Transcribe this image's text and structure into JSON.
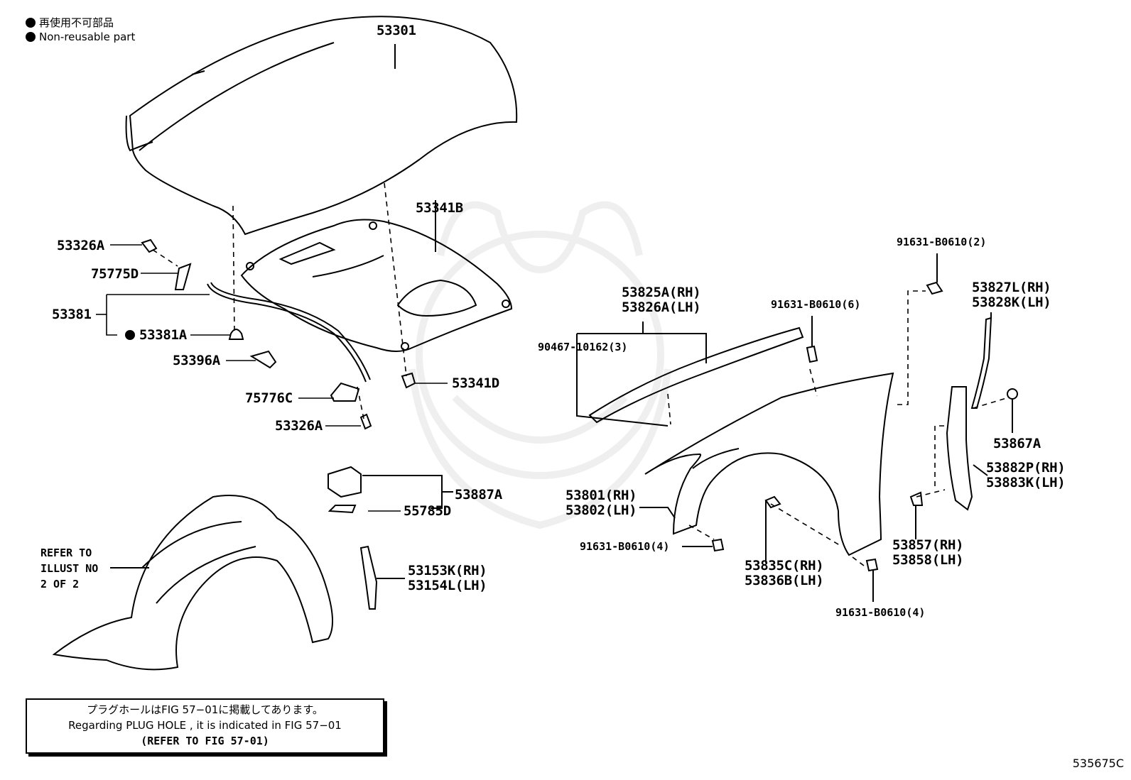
{
  "legend": {
    "jp": "再使用不可部品",
    "en": "Non-reusable part"
  },
  "labels": {
    "hood": "53301",
    "insulator": "53341B",
    "bolt_top": "53326A",
    "bracket": "75775D",
    "weatherstrip": "53381",
    "weatherstrip_clip": "53381A",
    "cushion": "53396A",
    "bracket_lower": "75776C",
    "bolt_lower": "53326A",
    "clip": "53341D",
    "seal_group": "53887A",
    "seal_clip": "55785D",
    "fender_seal_rh": "53153K(RH)",
    "fender_seal_lh": "53154L(LH)",
    "fender_rh": "53801(RH)",
    "fender_lh": "53802(LH)",
    "bolt_fender": "91631-B0610(4)",
    "bolt_fender_lower": "91631-B0610(4)",
    "seal_rh": "53835C(RH)",
    "seal_lh": "53836B(LH)",
    "weather_strip_rh": "53825A(RH)",
    "weather_strip_lh": "53826A(LH)",
    "clip_set": "90467-10162(3)",
    "bolt_top_fender": "91631-B0610(6)",
    "bolt_rear": "91631-B0610(2)",
    "protector_rh": "53827L(RH)",
    "protector_lh": "53828K(LH)",
    "clip_small": "53867A",
    "insulator_rh": "53882P(RH)",
    "insulator_lh": "53883K(LH)",
    "cushion_rh": "53857(RH)",
    "cushion_lh": "53858(LH)"
  },
  "liner_ref": {
    "line1": "REFER TO",
    "line2": "ILLUST NO",
    "line3": "2 OF 2"
  },
  "note": {
    "jp": "プラグホールはFIG 57−01に掲載してあります。",
    "en": "Regarding  PLUG  HOLE , it is indicated in FIG  57−01",
    "ref": "(REFER TO FIG 57-01)"
  },
  "figure_id": "535675C"
}
